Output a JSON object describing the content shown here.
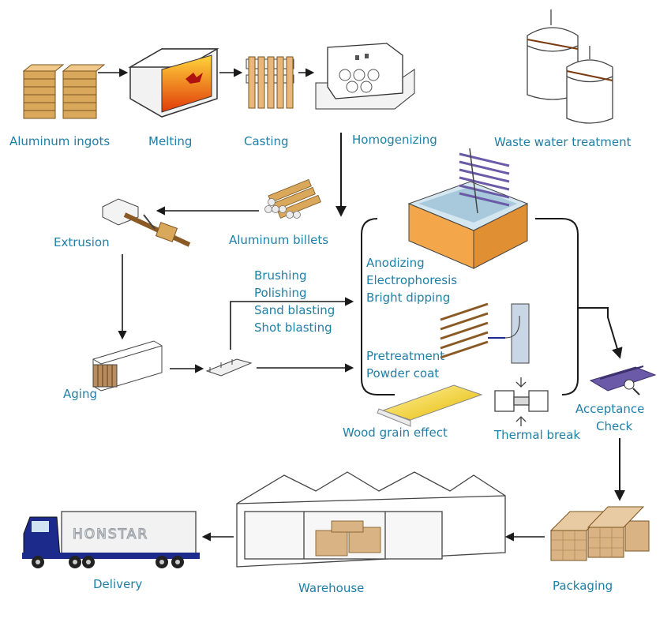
{
  "steps": {
    "ingots": "Aluminum ingots",
    "melting": "Melting",
    "casting": "Casting",
    "homogenizing": "Homogenizing",
    "wastewater": "Waste water treatment",
    "billets": "Aluminum billets",
    "extrusion": "Extrusion",
    "aging": "Aging",
    "woodgrain": "Wood grain effect",
    "thermal": "Thermal break",
    "acceptance_1": "Acceptance",
    "acceptance_2": "Check",
    "packaging": "Packaging",
    "warehouse": "Warehouse",
    "delivery": "Delivery"
  },
  "mechanical": [
    "Brushing",
    "Polishing",
    "Sand blasting",
    "Shot blasting"
  ],
  "chemical": [
    "Anodizing",
    "Electrophoresis",
    "Bright dipping"
  ],
  "coating": [
    "Pretreatment",
    "Powder coat"
  ],
  "truck_brand": "HONSTAR",
  "colors": {
    "label": "#1f7fa6",
    "arrow": "#1a1a1a",
    "tank": "#f4a74a",
    "gold": "#f0cf3a",
    "purple": "#6b5aa8",
    "truck": "#1c2a8c"
  }
}
